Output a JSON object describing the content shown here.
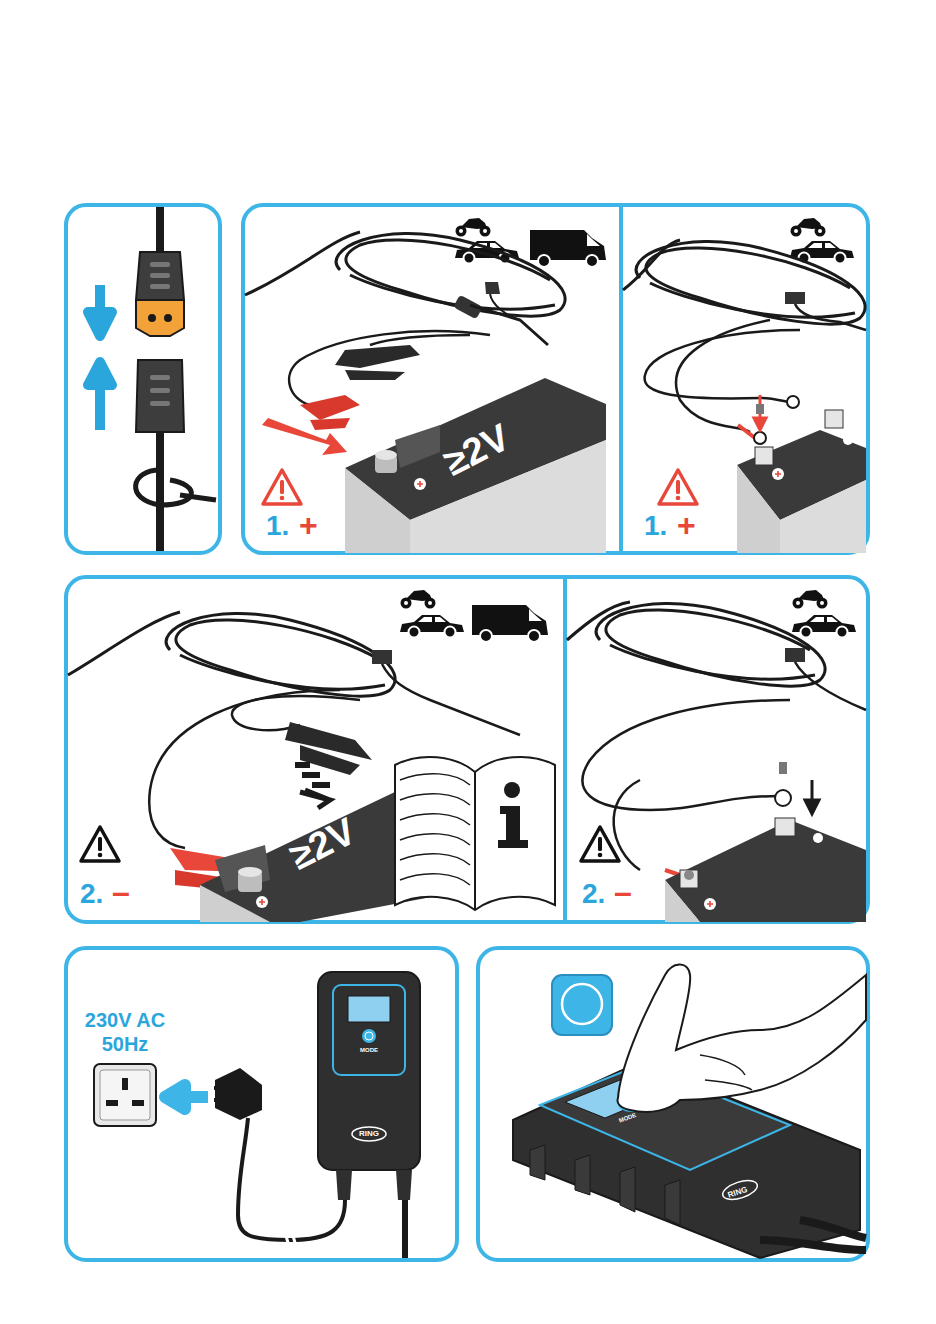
{
  "diagram": {
    "labels": [
      "≥2V",
      "1.",
      "+",
      "1.",
      "+",
      "≥2V",
      "2.",
      "–",
      "2.",
      "–",
      "230V AC",
      "50Hz",
      "MODE",
      "RING",
      "MODE",
      "RING"
    ]
  }
}
